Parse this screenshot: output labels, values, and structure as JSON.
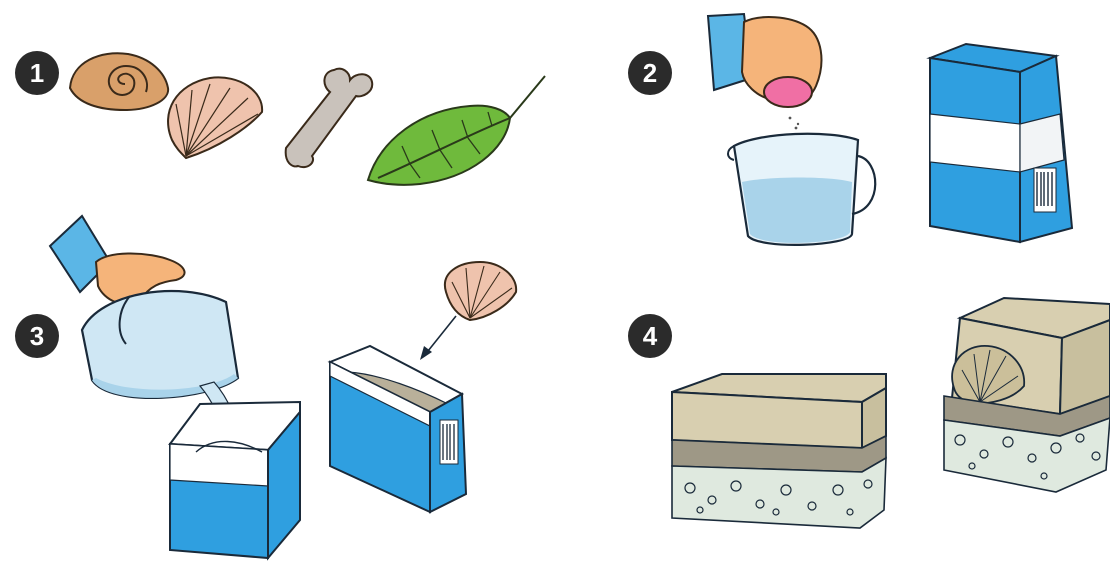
{
  "steps": [
    {
      "number": "1",
      "depicts": [
        "spiral-shell",
        "scallop-shell",
        "bone",
        "leaf"
      ]
    },
    {
      "number": "2",
      "depicts": [
        "hand-adding-plaster-powder",
        "measuring-jug-water",
        "milk-carton"
      ]
    },
    {
      "number": "3",
      "depicts": [
        "hand-pouring-jug",
        "carton-filling",
        "carton-with-sand",
        "shell-dropped-in"
      ]
    },
    {
      "number": "4",
      "depicts": [
        "layered-block",
        "cut-block-with-shell-imprint"
      ]
    }
  ],
  "colors": {
    "badge": "#2b2b2b",
    "carton_blue": "#2f9fe0",
    "shell_tan": "#d9a06a",
    "shell_pink": "#efc3ad",
    "bone_gray": "#c9c2bb",
    "leaf_green": "#6fba3c",
    "water_blue": "#a9d3ea",
    "sand_beige": "#d8cfb0",
    "gravel_green": "#dfe9df",
    "skin": "#f5b47a",
    "sleeve": "#5bb6e6"
  }
}
